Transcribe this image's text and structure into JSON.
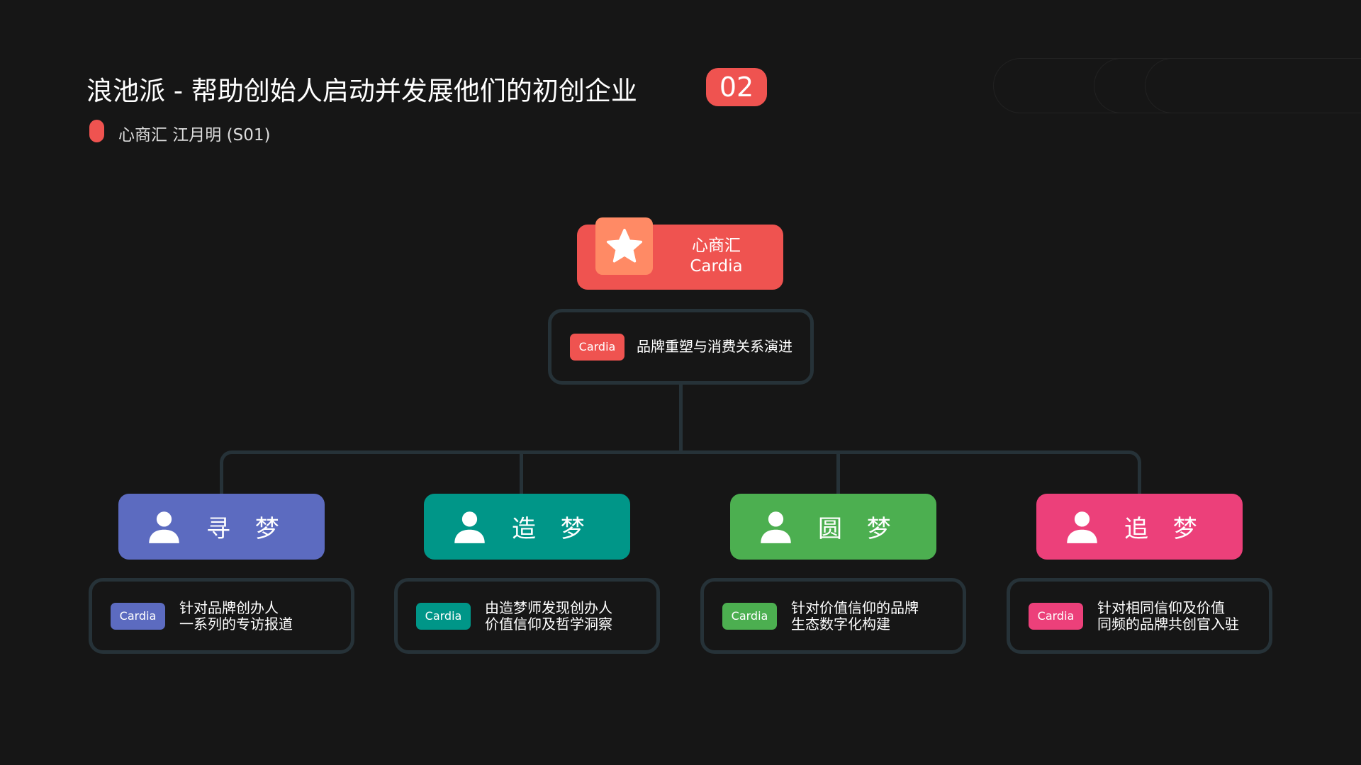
{
  "header": {
    "title": "浪池派 - 帮助创始人启动并发展他们的初创企业",
    "badge": "02",
    "subtitle": "心商汇 江月明 (S01)"
  },
  "root": {
    "line1": "心商汇",
    "line2": "Cardia",
    "icon": "star-icon"
  },
  "center": {
    "tag": "Cardia",
    "text": "品牌重塑与消费关系演进"
  },
  "branches": [
    {
      "title": "寻 梦",
      "tag": "Cardia",
      "line1": "针对品牌创办人",
      "line2": "一系列的专访报道",
      "color": "#5c6bc0"
    },
    {
      "title": "造 梦",
      "tag": "Cardia",
      "line1": "由造梦师发现创办人",
      "line2": "价值信仰及哲学洞察",
      "color": "#009688"
    },
    {
      "title": "圆 梦",
      "tag": "Cardia",
      "line1": "针对价值信仰的品牌",
      "line2": "生态数字化构建",
      "color": "#4caf50"
    },
    {
      "title": "追 梦",
      "tag": "Cardia",
      "line1": "针对相同信仰及价值",
      "line2": "同频的品牌共创官入驻",
      "color": "#ec407a"
    }
  ],
  "colors": {
    "accent": "#ef5350",
    "star_box": "#ff8a65",
    "connector": "#263238"
  }
}
